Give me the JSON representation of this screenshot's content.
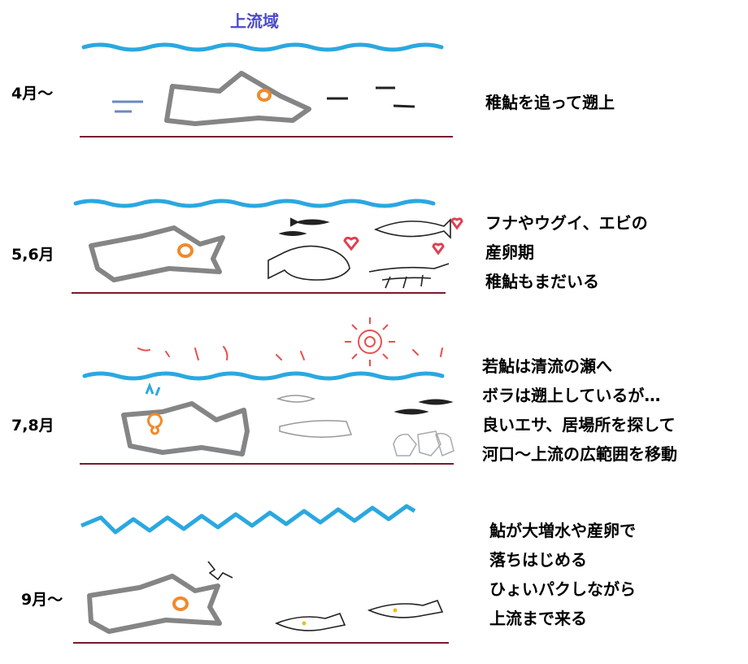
{
  "title": "上流域",
  "colors": {
    "title": "#4a4ac8",
    "water": "#2aa8e0",
    "riverbed": "#7a1a2a",
    "rock": "#858585",
    "egg": "#f08a2a",
    "heart": "#e04050",
    "sun": "#e85050"
  },
  "rows": [
    {
      "month": "4月〜",
      "lines": [
        "稚鮎を追って遡上"
      ]
    },
    {
      "month": "5,6月",
      "lines": [
        "フナやウグイ、エビの",
        "産卵期",
        "稚鮎もまだいる"
      ]
    },
    {
      "month": "7,8月",
      "lines": [
        "若鮎は清流の瀬へ",
        "ボラは遡上しているが…",
        "良いエサ、居場所を探して",
        "河口〜上流の広範囲を移動"
      ]
    },
    {
      "month": "9月〜",
      "lines": [
        "鮎が大増水や産卵で",
        "落ちはじめる",
        "ひょいパクしながら",
        "上流まで来る"
      ]
    }
  ],
  "icons": [
    "wave-icon",
    "rock-icon",
    "fish-icon",
    "heart-icon",
    "sun-icon",
    "splash-icon",
    "shrimp-icon"
  ]
}
